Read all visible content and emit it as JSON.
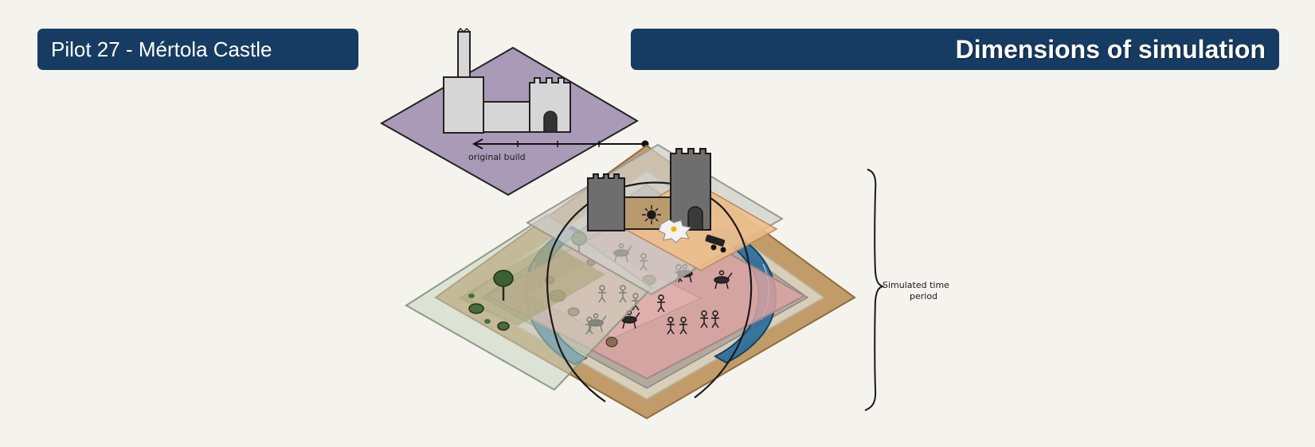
{
  "header": {
    "left_title": "Pilot 27 - Mértola Castle",
    "right_title": "Dimensions of simulation"
  },
  "diagram": {
    "top_layer_label": "original build",
    "time_label_line1": "Simulated time",
    "time_label_line2": "period"
  },
  "colors": {
    "title_bar": "#173c64",
    "background": "#f4f3ee",
    "top_layer": "#a99bb7",
    "terrain_layer": "#b98f55",
    "river": "#2b6e9c",
    "plaza_layer": "#d9a2a1",
    "vegetation_layer": "#c9d4bf",
    "castle_layer": "#efbd86"
  }
}
